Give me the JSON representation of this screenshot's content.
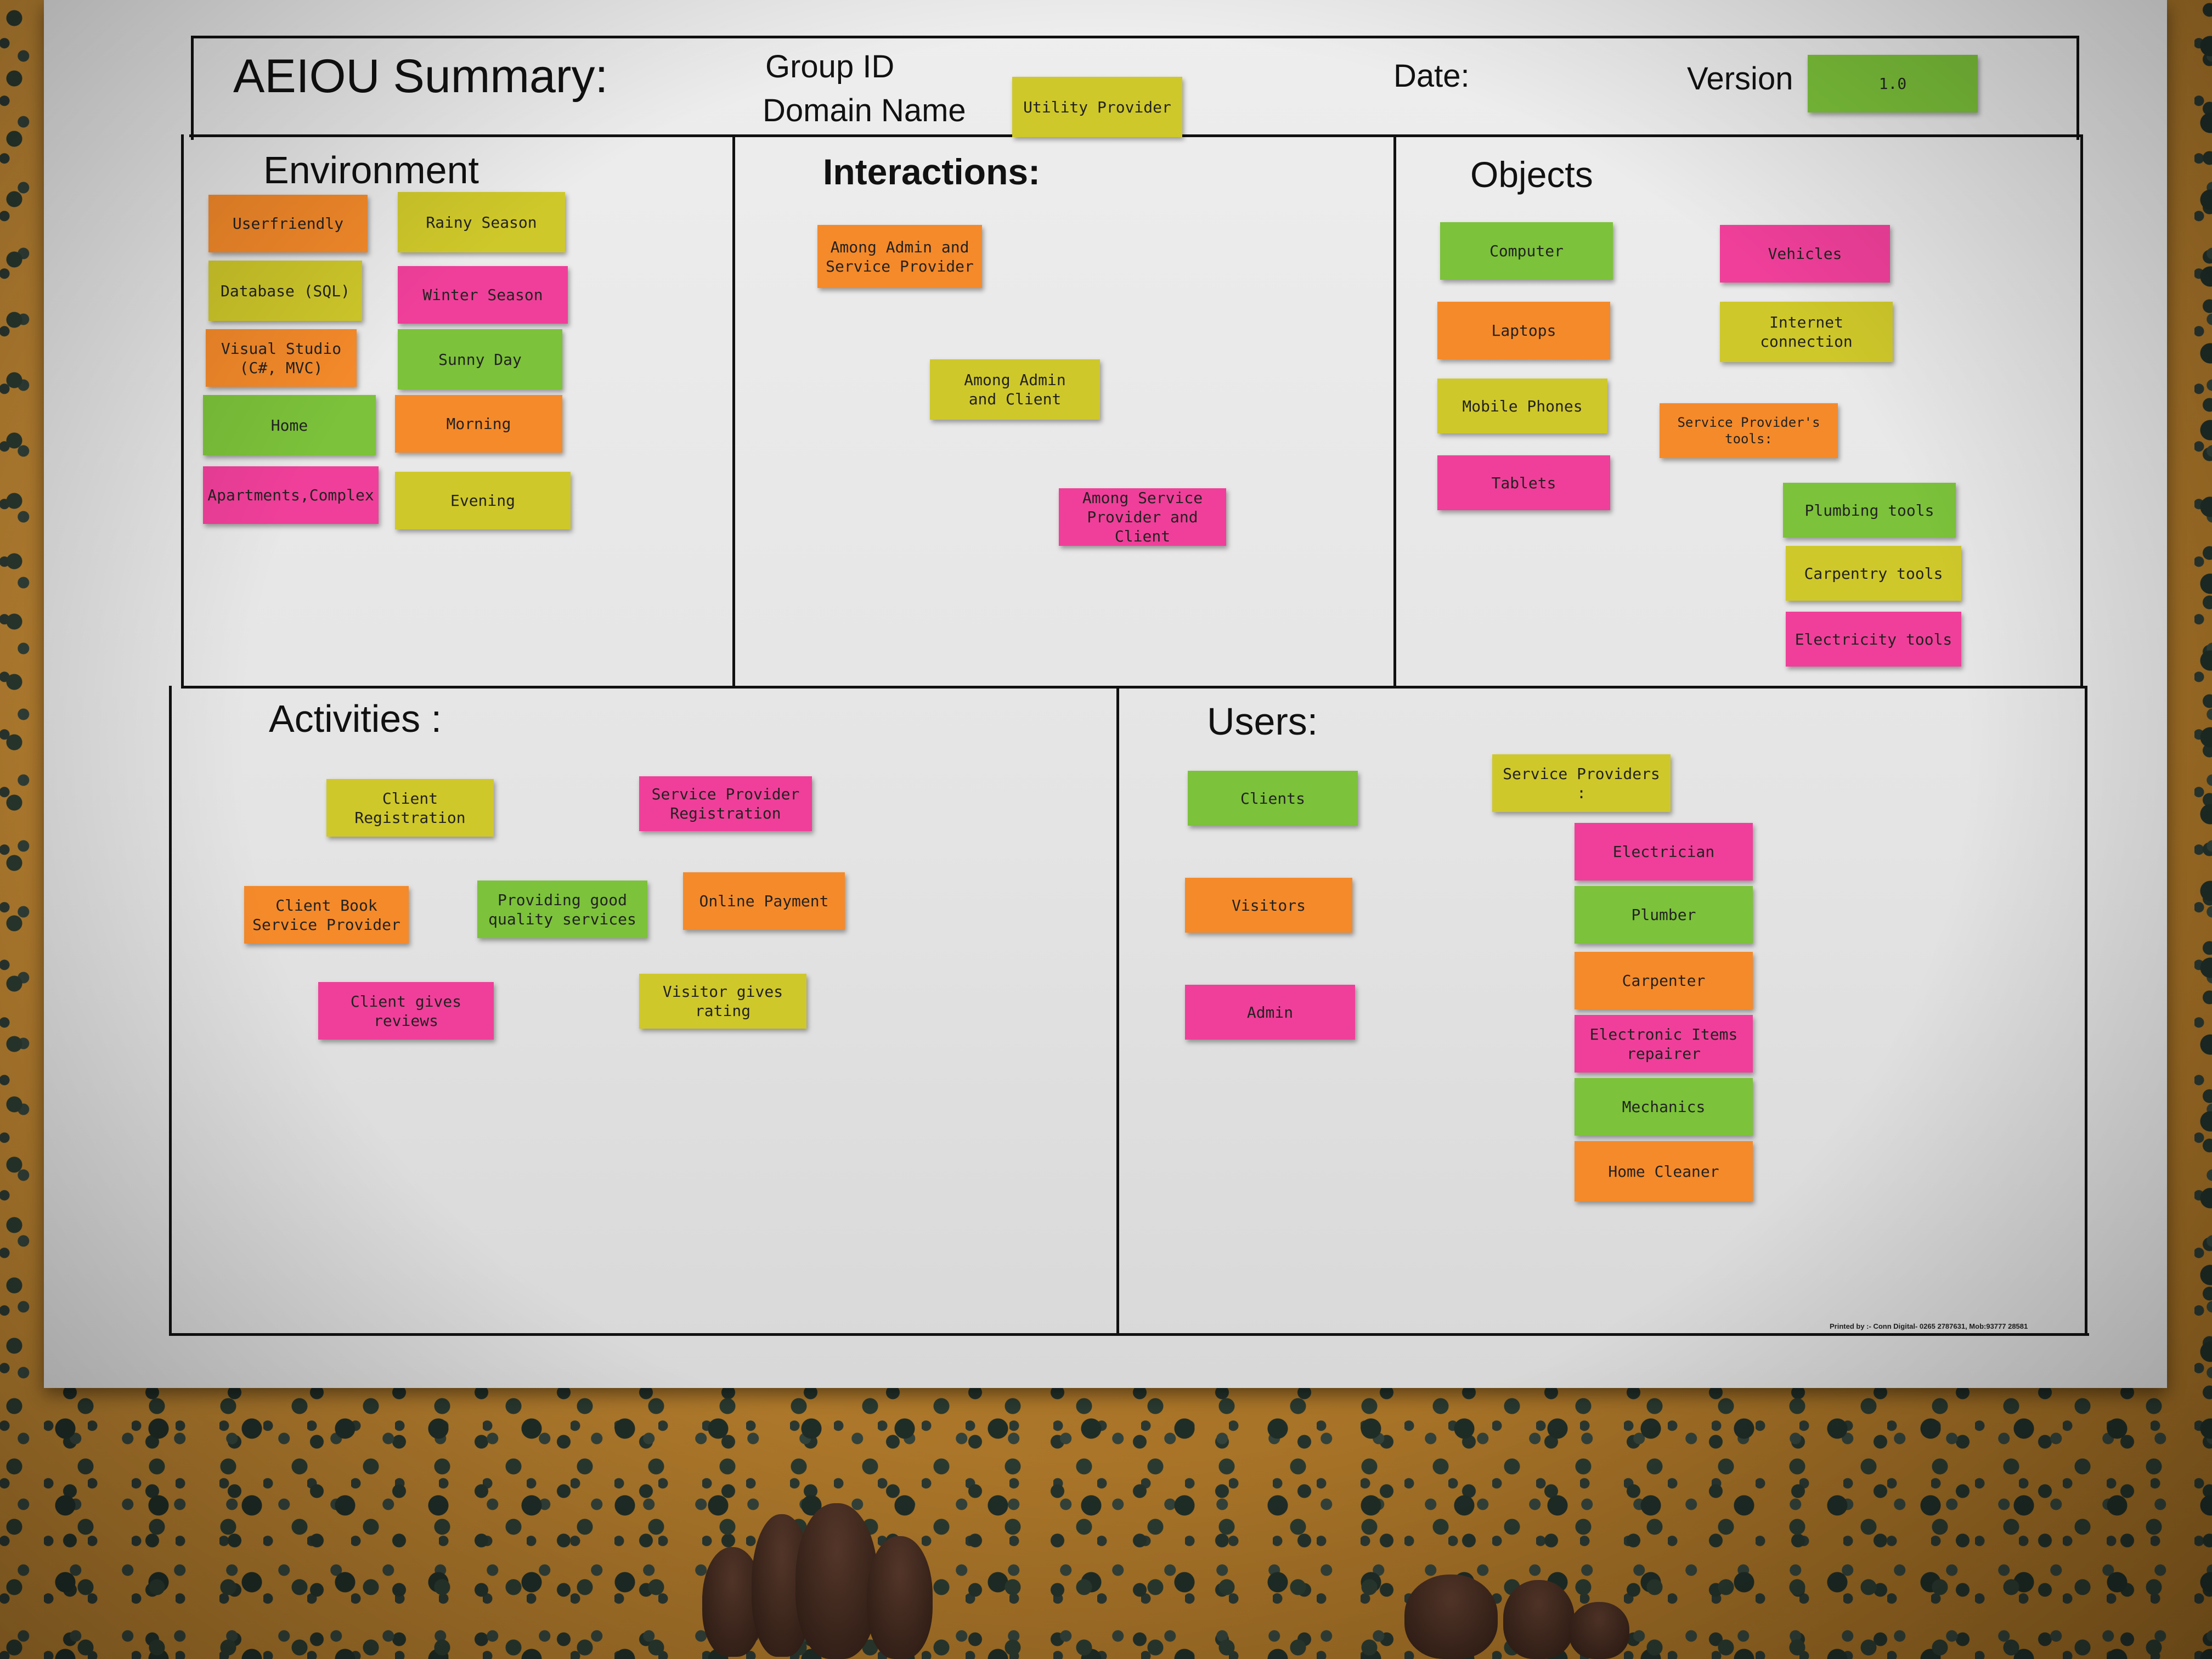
{
  "header": {
    "title": "AEIOU  Summary:",
    "group_id_label": "Group ID",
    "domain_name_label": "Domain Name",
    "domain_name_value": "Utility Provider",
    "date_label": "Date:",
    "version_label": "Version",
    "version_value": "1.0"
  },
  "environment": {
    "title": "Environment",
    "notes": [
      "Userfriendly",
      "Rainy Season",
      "Database (SQL)",
      "Winter Season",
      "Visual Studio\n(C#, MVC)",
      "Sunny Day",
      "Home",
      "Morning",
      "Apartments,Complex",
      "Evening"
    ]
  },
  "interactions": {
    "title": "Interactions:",
    "notes": [
      "Among Admin and\nService Provider",
      "Among  Admin\nand Client",
      "Among  Service\nProvider and Client"
    ]
  },
  "objects": {
    "title": "Objects",
    "notes": [
      "Computer",
      "Vehicles",
      "Laptops",
      "Internet\nconnection",
      "Mobile Phones",
      "Service Provider's tools:",
      "Tablets",
      "Plumbing tools",
      "Carpentry  tools",
      "Electricity tools"
    ]
  },
  "activities": {
    "title": "Activities :",
    "notes": [
      "Client\nRegistration",
      "Service Provider\nRegistration",
      "Client  Book\nService Provider",
      "Providing good\nquality services",
      "Online Payment",
      "Client gives\nreviews",
      "Visitor gives rating"
    ]
  },
  "users": {
    "title": "Users:",
    "notes": [
      "Clients",
      "Visitors",
      "Admin",
      "Service Providers :",
      "Electrician",
      "Plumber",
      "Carpenter",
      "Electronic Items\nrepairer",
      "Mechanics",
      "Home Cleaner"
    ]
  },
  "footer": {
    "printed_by": "Printed by :- Conn Digital- 0265 2787631, Mob:93777 28581"
  },
  "colors": {
    "orange": "#f58a2a",
    "yellow": "#cfc82a",
    "pink": "#f03f9a",
    "green": "#7cc23a"
  }
}
